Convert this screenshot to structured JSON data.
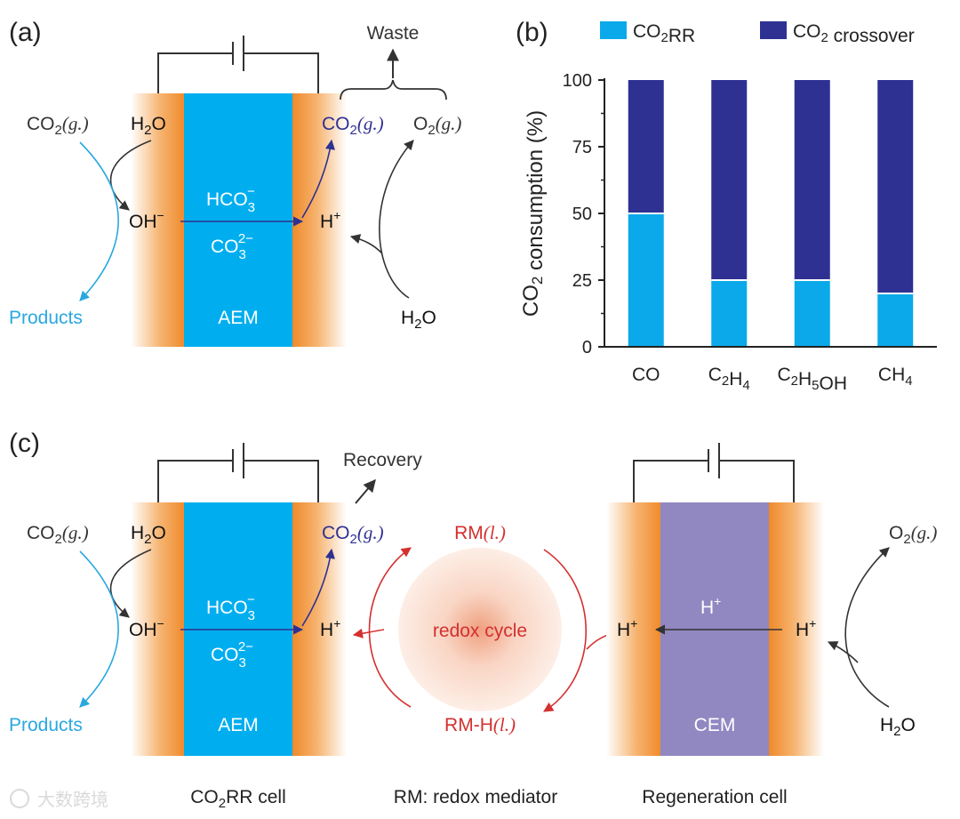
{
  "panel_labels": {
    "a": "(a)",
    "b": "(b)",
    "c": "(c)"
  },
  "colors": {
    "co2rr": "#0ba9e9",
    "crossover": "#2e3192",
    "electrode": "#ef8a2a",
    "aem": "#00aeef",
    "cem": "#9187c1",
    "redox": "#d3302f",
    "products": "#29a8df",
    "co2_blue": "#2e3192"
  },
  "panel_a": {
    "waste": "Waste",
    "co2_in": {
      "base": "CO",
      "sub": "2",
      "state": "(g.)"
    },
    "h2o_left": {
      "base": "H",
      "sub": "2",
      "tail": "O"
    },
    "oh": {
      "base": "OH",
      "sup": "−"
    },
    "hco3": {
      "base": "HCO",
      "sub": "3",
      "sup": "−"
    },
    "co3": {
      "base": "CO",
      "sub": "3",
      "sup": "2−"
    },
    "membrane": "AEM",
    "products": "Products",
    "co2_out": {
      "base": "CO",
      "sub": "2",
      "state": "(g.)"
    },
    "o2_out": {
      "base": "O",
      "sub": "2",
      "state": "(g.)"
    },
    "h_plus": {
      "base": "H",
      "sup": "+"
    },
    "h2o_right": {
      "base": "H",
      "sub": "2",
      "tail": "O"
    }
  },
  "chart_data": {
    "type": "bar",
    "stacked": true,
    "categories": [
      "CO",
      "C2H4",
      "C2H5OH",
      "CH4"
    ],
    "category_display": [
      [
        {
          "t": "CO"
        }
      ],
      [
        {
          "t": "C"
        },
        {
          "t": "2",
          "s": 1
        },
        {
          "t": "H"
        },
        {
          "t": "4",
          "s": 1
        }
      ],
      [
        {
          "t": "C"
        },
        {
          "t": "2",
          "s": 1
        },
        {
          "t": "H"
        },
        {
          "t": "5",
          "s": 1
        },
        {
          "t": "OH"
        }
      ],
      [
        {
          "t": "CH"
        },
        {
          "t": "4",
          "s": 1
        }
      ]
    ],
    "series": [
      {
        "name": "CO2RR",
        "values": [
          50,
          25,
          25,
          20
        ],
        "color": "#0ba9e9"
      },
      {
        "name": "CO2 crossover",
        "values": [
          50,
          75,
          75,
          80
        ],
        "color": "#2e3192"
      }
    ],
    "legend_display": [
      [
        {
          "t": "CO"
        },
        {
          "t": "2",
          "s": 1
        },
        {
          "t": "RR"
        }
      ],
      [
        {
          "t": "CO"
        },
        {
          "t": "2",
          "s": 1
        },
        {
          "t": " crossover"
        }
      ]
    ],
    "ylabel": "CO2 consumption (%)",
    "ylabel_display": [
      {
        "t": "CO"
      },
      {
        "t": "2",
        "s": 1
      },
      {
        "t": " consumption (%)"
      }
    ],
    "ylim": [
      0,
      100
    ],
    "yticks": [
      0,
      25,
      50,
      75,
      100
    ],
    "legend_position": "top"
  },
  "panel_c": {
    "recovery": "Recovery",
    "co2_in": {
      "base": "CO",
      "sub": "2",
      "state": "(g.)"
    },
    "h2o_left": {
      "base": "H",
      "sub": "2",
      "tail": "O"
    },
    "oh": {
      "base": "OH",
      "sup": "−"
    },
    "hco3": {
      "base": "HCO",
      "sub": "3",
      "sup": "−"
    },
    "co3": {
      "base": "CO",
      "sub": "3",
      "sup": "2−"
    },
    "membrane_left": "AEM",
    "products": "Products",
    "co2_out": {
      "base": "CO",
      "sub": "2",
      "state": "(g.)"
    },
    "h_plus_left": {
      "base": "H",
      "sup": "+"
    },
    "rm_top": {
      "base": "RM",
      "state": "(l.)"
    },
    "rm_bottom": {
      "base": "RM-H",
      "state": "(l.)"
    },
    "redox_cycle": "redox cycle",
    "h_plus_mid": {
      "base": "H",
      "sup": "+"
    },
    "h_plus_cem": {
      "base": "H",
      "sup": "+"
    },
    "h_plus_right": {
      "base": "H",
      "sup": "+"
    },
    "membrane_right": "CEM",
    "o2_out": {
      "base": "O",
      "sub": "2",
      "state": "(g.)"
    },
    "h2o_right": {
      "base": "H",
      "sub": "2",
      "tail": "O"
    },
    "caption_left": {
      "base": "CO",
      "sub": "2",
      "tail": "RR cell"
    },
    "caption_mid": "RM: redox mediator",
    "caption_right": "Regeneration cell"
  },
  "watermark": "大数跨境"
}
